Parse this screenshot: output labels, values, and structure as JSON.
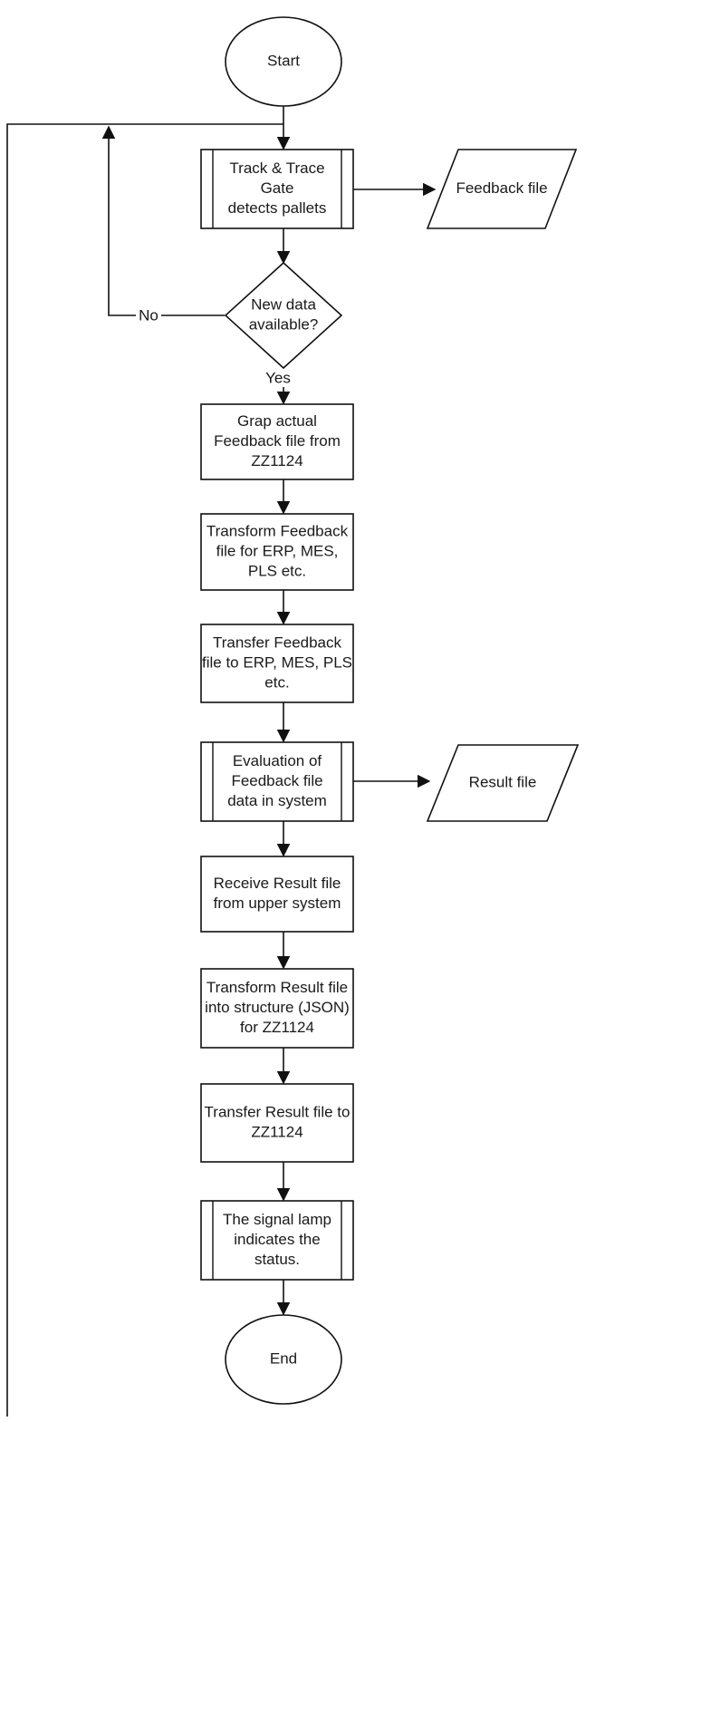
{
  "diagram": {
    "start": "Start",
    "end": "End",
    "steps": {
      "track_trace": [
        "Track & Trace",
        "Gate",
        "detects pallets"
      ],
      "feedback_file": [
        "Feedback file"
      ],
      "new_data": [
        "New data",
        "available?"
      ],
      "grap": [
        "Grap actual",
        "Feedback file from",
        "ZZ1124"
      ],
      "transform_feedback": [
        "Transform Feedback",
        "file for ERP, MES,",
        "PLS etc."
      ],
      "transfer_feedback": [
        "Transfer Feedback",
        "file to ERP, MES, PLS",
        "etc."
      ],
      "evaluation": [
        "Evaluation of",
        "Feedback file",
        "data in system"
      ],
      "result_file": [
        "Result file"
      ],
      "receive_result": [
        "Receive Result file",
        "from upper system"
      ],
      "transform_result": [
        "Transform Result file",
        "into structure (JSON)",
        "for ZZ1124"
      ],
      "transfer_result": [
        "Transfer Result file to",
        "ZZ1124"
      ],
      "signal_lamp": [
        "The signal lamp",
        "indicates the",
        "status."
      ]
    },
    "edge_labels": {
      "no": "No",
      "yes": "Yes"
    }
  }
}
